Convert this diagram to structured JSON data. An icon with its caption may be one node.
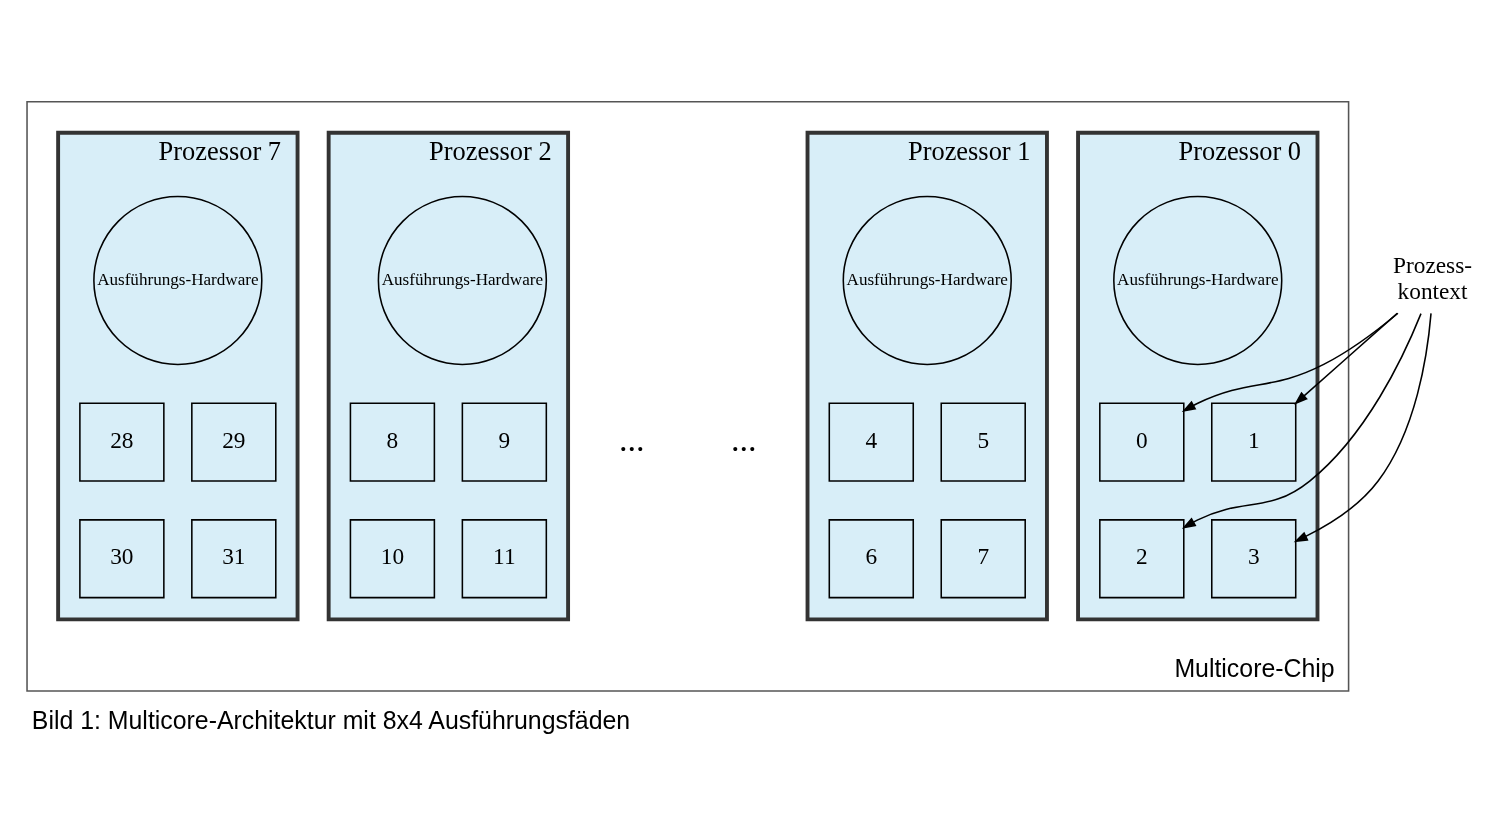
{
  "diagram": {
    "caption": "Bild 1: Multicore-Architektur mit 8x4 Ausführungsfäden",
    "nodes": [
      {
        "text": [
          "Multicore-Chip"
        ]
      },
      {
        "text": [
          "Prozessor 0"
        ],
        "in": 0
      },
      {
        "text": [
          "Ausführungs-Hardware"
        ],
        "in": 1
      },
      {
        "text": [
          "0"
        ],
        "in": 1
      },
      {
        "text": [
          "1"
        ],
        "in": 1
      },
      {
        "text": [
          "2"
        ],
        "in": 1
      },
      {
        "text": [
          "3"
        ],
        "in": 1
      },
      {
        "text": [
          "Prozessor 1"
        ],
        "in": 0
      },
      {
        "text": [
          "Ausführungs-Hardware"
        ],
        "in": 7
      },
      {
        "text": [
          "4"
        ],
        "in": 7
      },
      {
        "text": [
          "5"
        ],
        "in": 7
      },
      {
        "text": [
          "6"
        ],
        "in": 7
      },
      {
        "text": [
          "7"
        ],
        "in": 7
      },
      {
        "text": [
          "Prozessor 2"
        ],
        "in": 0
      },
      {
        "text": [
          "Ausführungs-Hardware"
        ],
        "in": 13
      },
      {
        "text": [
          "8"
        ],
        "in": 13
      },
      {
        "text": [
          "9"
        ],
        "in": 13
      },
      {
        "text": [
          "10"
        ],
        "in": 13
      },
      {
        "text": [
          "11"
        ],
        "in": 13
      },
      {
        "text": [
          "Prozessor 7"
        ],
        "in": 0
      },
      {
        "text": [
          "Ausführungs-Hardware"
        ],
        "in": 19
      },
      {
        "text": [
          "28"
        ],
        "in": 19
      },
      {
        "text": [
          "29"
        ],
        "in": 19
      },
      {
        "text": [
          "30"
        ],
        "in": 19
      },
      {
        "text": [
          "31"
        ],
        "in": 19
      },
      {
        "text": [
          "Prozess-kontext"
        ]
      }
    ],
    "edges": [
      {
        "from": 25,
        "to": 3,
        "arrow": "to"
      },
      {
        "from": 25,
        "to": 4,
        "arrow": "to"
      },
      {
        "from": 25,
        "to": 5,
        "arrow": "to"
      },
      {
        "from": 25,
        "to": 6,
        "arrow": "to"
      }
    ],
    "labels": [
      "...",
      "..."
    ]
  }
}
